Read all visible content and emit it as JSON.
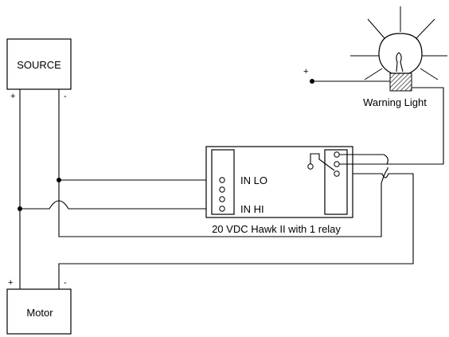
{
  "source": {
    "label": "SOURCE",
    "plus": "+",
    "minus": "-"
  },
  "motor": {
    "label": "Motor",
    "plus": "+",
    "minus": "-"
  },
  "light": {
    "label": "Warning Light",
    "feed_sign": "+"
  },
  "module": {
    "caption": "20 VDC Hawk II with 1 relay",
    "input_lo": "IN LO",
    "input_hi": "IN HI"
  }
}
